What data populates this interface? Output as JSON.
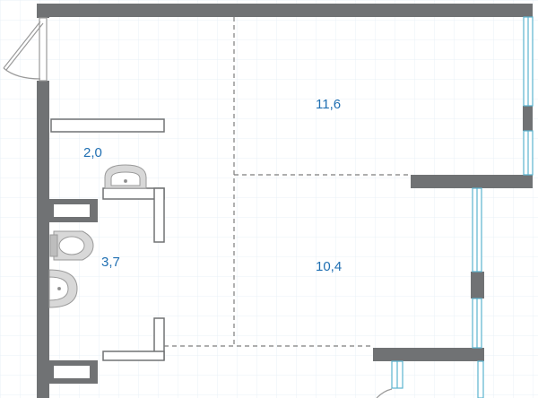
{
  "colors": {
    "wall": "#707274",
    "grid": "#e8f0f7",
    "window": "#5bb3cf",
    "area_label": "#1f6fb2",
    "partition": "#7d7d7d",
    "fixture": "#9a9a9a"
  },
  "rooms": [
    {
      "name": "bathroom-small",
      "area": "2,0"
    },
    {
      "name": "bathroom-large",
      "area": "3,7"
    },
    {
      "name": "room-upper",
      "area": "11,6"
    },
    {
      "name": "room-lower",
      "area": "10,4"
    }
  ],
  "icons": {
    "door": "door-swing-icon",
    "sink": "sink-icon",
    "toilet": "toilet-icon",
    "window": "window-icon"
  }
}
